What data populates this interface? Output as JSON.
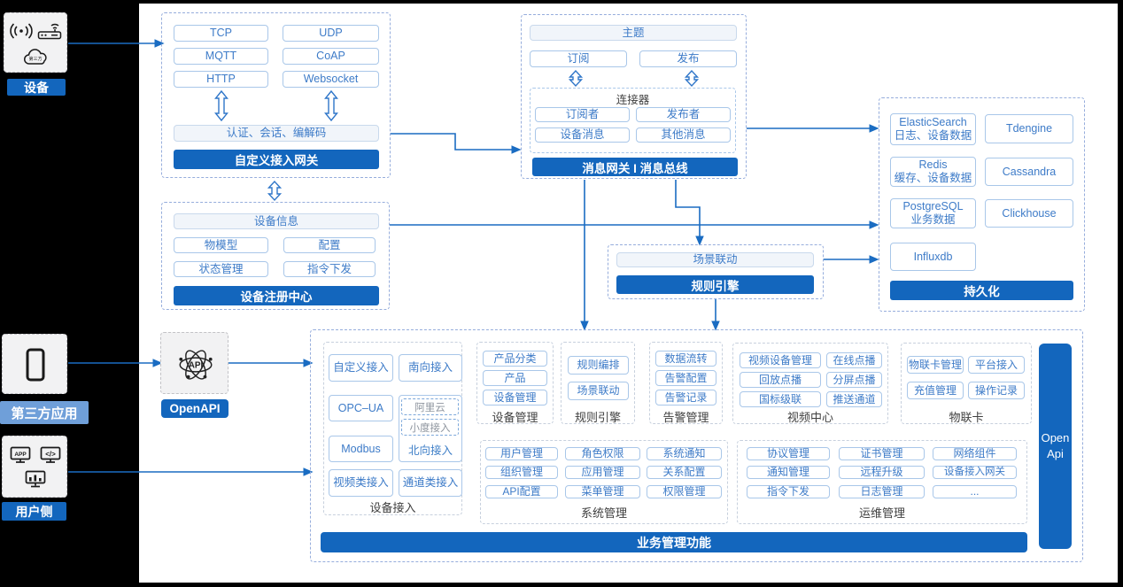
{
  "palette": {
    "primary_blue": "#1366BD",
    "line_blue": "#1A6CC2",
    "chip_border": "#A9C7E9",
    "chip_text": "#3D7BC8",
    "light_fill": "#F1F5FA",
    "third_party_label_bg": "#6F9FD9"
  },
  "left_rail": {
    "device": {
      "label": "设备"
    },
    "third_party": {
      "label": "第三方应用"
    },
    "user_side": {
      "label": "用户侧"
    },
    "openapi": {
      "label": "OpenAPI"
    },
    "cloud_text": "第三方",
    "app_icon_text": "APP",
    "code_icon_text": "</>",
    "api_icon_text": "API",
    "icons": [
      "wireless-signal-icon",
      "router-icon",
      "third-party-cloud-icon",
      "phone-icon",
      "app-monitor-icon",
      "code-monitor-icon",
      "chart-monitor-icon",
      "api-atom-icon"
    ]
  },
  "gateway": {
    "title": "自定义接入网关",
    "protocols": [
      "TCP",
      "UDP",
      "MQTT",
      "CoAP",
      "HTTP",
      "Websocket"
    ],
    "auth_label": "认证、会话、编解码"
  },
  "message_bus": {
    "title": "消息网关 I 消息总线",
    "topic": "主题",
    "subscribe": "订阅",
    "publish": "发布",
    "connector": {
      "title": "连接器",
      "items": [
        "订阅者",
        "发布者",
        "设备消息",
        "其他消息"
      ]
    }
  },
  "registry": {
    "title": "设备注册中心",
    "device_info": "设备信息",
    "items": [
      "物模型",
      "配置",
      "状态管理",
      "指令下发"
    ]
  },
  "rule_engine_box": {
    "title": "规则引擎",
    "scene_label": "场景联动"
  },
  "persistence": {
    "title": "持久化",
    "stores": [
      {
        "name": "ElasticSearch",
        "desc": "日志、设备数据"
      },
      {
        "name": "Tdengine",
        "desc": ""
      },
      {
        "name": "Redis",
        "desc": "缓存、设备数据"
      },
      {
        "name": "Cassandra",
        "desc": ""
      },
      {
        "name": "PostgreSQL",
        "desc": "业务数据"
      },
      {
        "name": "Clickhouse",
        "desc": ""
      },
      {
        "name": "Influxdb",
        "desc": ""
      }
    ]
  },
  "business": {
    "title": "业务管理功能",
    "open_api_bar": {
      "line1": "Open",
      "line2": "Api"
    },
    "device_access": {
      "label": "设备接入",
      "items": [
        "自定义接入",
        "南向接入",
        "OPC–UA",
        "Modbus",
        "视频类接入",
        "通道类接入"
      ],
      "north_access": {
        "label": "北向接入",
        "items": [
          "阿里云",
          "小度接入"
        ]
      }
    },
    "device_mgmt": {
      "label": "设备管理",
      "items": [
        "产品分类",
        "产品",
        "设备管理"
      ]
    },
    "rule_engine": {
      "label": "规则引擎",
      "items": [
        "规则编排",
        "场景联动"
      ]
    },
    "alarm_mgmt": {
      "label": "告警管理",
      "items": [
        "数据流转",
        "告警配置",
        "告警记录"
      ]
    },
    "video_center": {
      "label": "视频中心",
      "items": [
        "视频设备管理",
        "在线点播",
        "回放点播",
        "分屏点播",
        "国标级联",
        "推送通道"
      ]
    },
    "iot_card": {
      "label": "物联卡",
      "items": [
        "物联卡管理",
        "平台接入",
        "充值管理",
        "操作记录"
      ]
    },
    "system_mgmt": {
      "label": "系统管理",
      "items": [
        "用户管理",
        "角色权限",
        "系统通知",
        "组织管理",
        "应用管理",
        "关系配置",
        "API配置",
        "菜单管理",
        "权限管理"
      ]
    },
    "ops_mgmt": {
      "label": "运维管理",
      "items": [
        "协议管理",
        "证书管理",
        "网络组件",
        "通知管理",
        "远程升级",
        "设备接入网关",
        "指令下发",
        "日志管理",
        "..."
      ]
    }
  }
}
